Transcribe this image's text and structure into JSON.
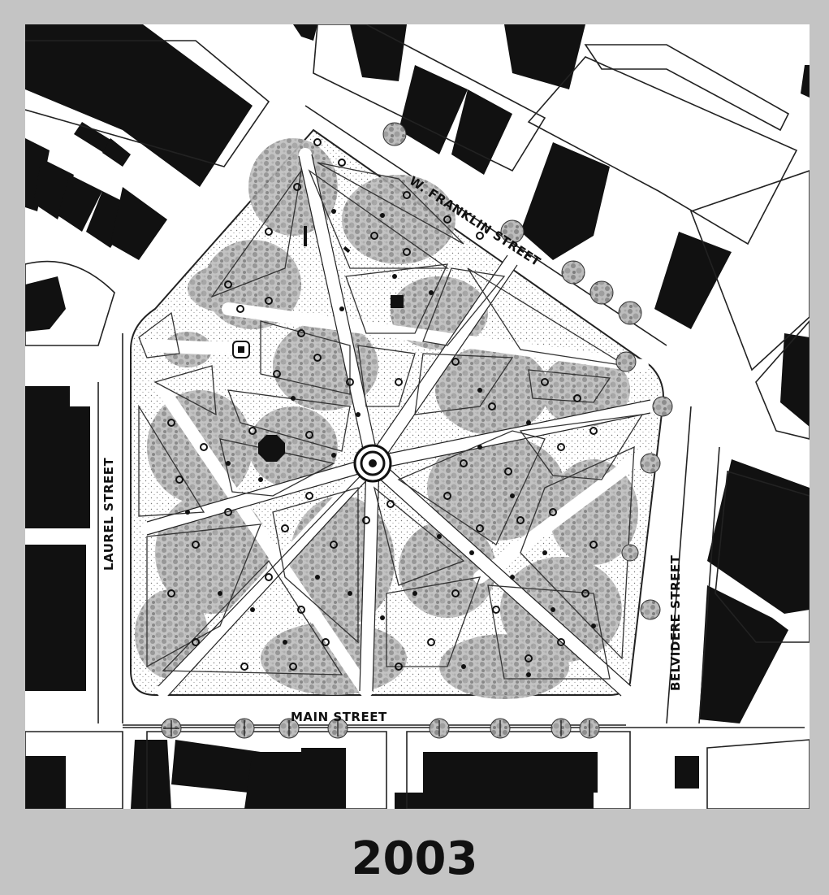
{
  "caption": {
    "year": "2003"
  },
  "streets": {
    "north": "W. FRANKLIN STREET",
    "west": "LAUREL STREET",
    "east": "BELVIDERE STREET",
    "south": "MAIN STREET"
  },
  "colors": {
    "frame": "#c4c4c4",
    "paper": "#ffffff",
    "ink": "#111111",
    "foliage": "#9a9a9a"
  }
}
